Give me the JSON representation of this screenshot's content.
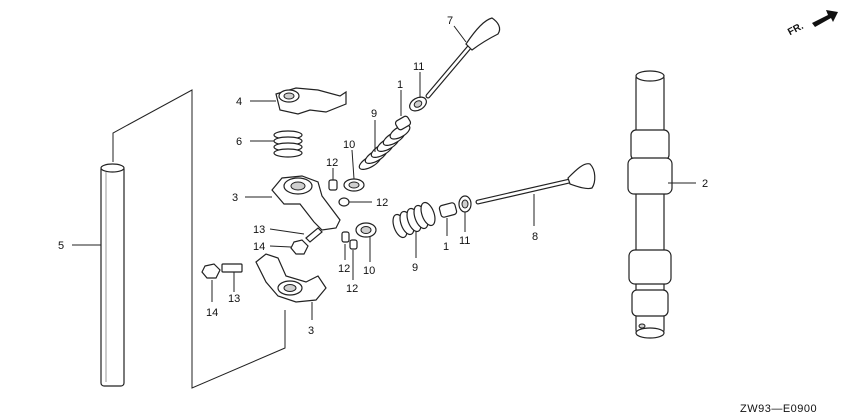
{
  "direction_label": "FR.",
  "diagram_code": "ZW93—E0900",
  "callouts": {
    "c1a": "1",
    "c1b": "1",
    "c2": "2",
    "c3a": "3",
    "c3b": "3",
    "c4": "4",
    "c5": "5",
    "c6": "6",
    "c7": "7",
    "c8": "8",
    "c9a": "9",
    "c9b": "9",
    "c10a": "10",
    "c10b": "10",
    "c11a": "11",
    "c11b": "11",
    "c12a": "12",
    "c12b": "12",
    "c12c": "12",
    "c12d": "12",
    "c13a": "13",
    "c13b": "13",
    "c14a": "14",
    "c14b": "14"
  }
}
